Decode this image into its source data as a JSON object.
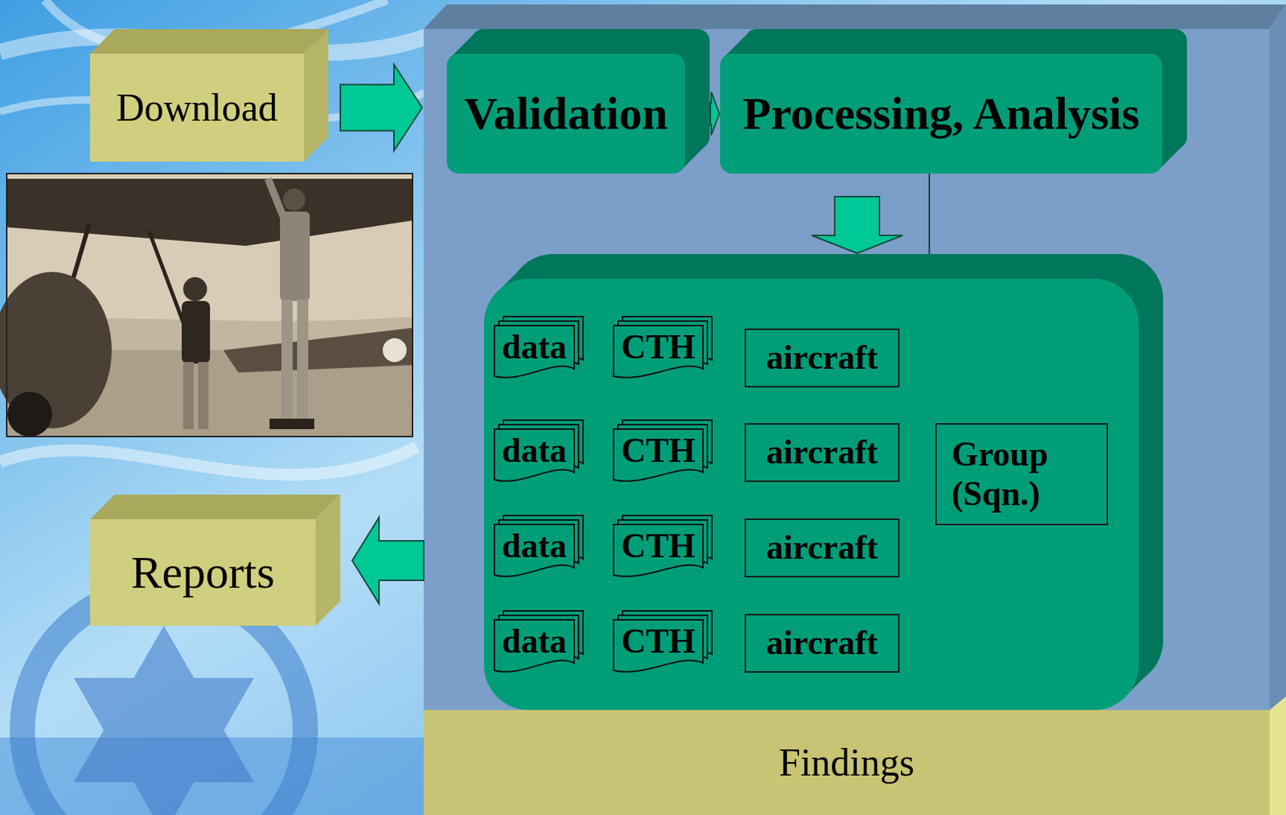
{
  "diagram": {
    "nodes": [
      {
        "text": [
          "Download"
        ]
      },
      {
        "text": [
          "Validation"
        ]
      },
      {
        "text": [
          "Processing, Analysis"
        ]
      },
      {
        "text": []
      },
      {
        "text": [
          "data"
        ],
        "in": 3
      },
      {
        "text": [
          "CTH"
        ],
        "in": 3
      },
      {
        "text": [
          "aircraft"
        ],
        "in": 3
      },
      {
        "text": [
          "data"
        ],
        "in": 3
      },
      {
        "text": [
          "CTH"
        ],
        "in": 3
      },
      {
        "text": [
          "aircraft"
        ],
        "in": 3
      },
      {
        "text": [
          "Group (Sqn.)"
        ],
        "in": 3
      },
      {
        "text": [
          "data"
        ],
        "in": 3
      },
      {
        "text": [
          "CTH"
        ],
        "in": 3
      },
      {
        "text": [
          "aircraft"
        ],
        "in": 3
      },
      {
        "text": [
          "data"
        ],
        "in": 3
      },
      {
        "text": [
          "CTH"
        ],
        "in": 3
      },
      {
        "text": [
          "aircraft"
        ],
        "in": 3
      },
      {
        "text": [
          "Reports"
        ]
      },
      {
        "text": [
          "Findings"
        ]
      }
    ],
    "edges": [
      {
        "from": 0,
        "to": 1,
        "arrow": "to"
      },
      {
        "from": 1,
        "to": 2,
        "arrow": "to"
      },
      {
        "from": 2,
        "to": 3,
        "arrow": "to"
      },
      {
        "from": 3,
        "to": 2,
        "arrow": "to"
      },
      {
        "from": 3,
        "to": 17,
        "arrow": "to"
      }
    ]
  }
}
